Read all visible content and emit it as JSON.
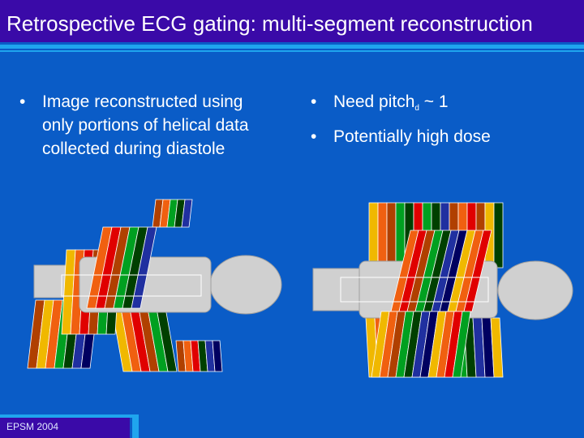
{
  "slide": {
    "title": "Retrospective ECG gating: multi-segment reconstruction",
    "footer": "EPSM 2004",
    "colors": {
      "background": "#0a5cc7",
      "title_bar": "#3a0aa8",
      "accent_rule": "#1fa5ee",
      "gantry_gray": "#d0d0d0"
    }
  },
  "left_bullets": [
    {
      "lines": [
        "Image reconstructed using",
        "only portions of helical data",
        "collected during diastole"
      ]
    }
  ],
  "right_bullets": [
    {
      "text": "Need pitch",
      "subscript": "d",
      "suffix": " ~ 1"
    },
    {
      "text": "Potentially high dose"
    }
  ],
  "stripe_palette": [
    "#f0b800",
    "#f06010",
    "#e00000",
    "#b04000",
    "#00a020",
    "#004000",
    "#2030a0",
    "#000060"
  ]
}
